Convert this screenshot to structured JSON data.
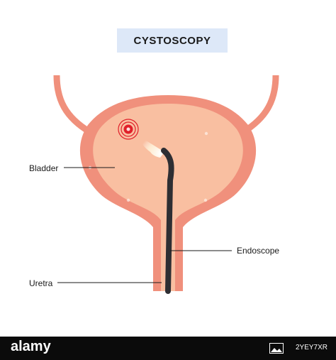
{
  "title": "CYSTOSCOPY",
  "labels": {
    "bladder": "Bladder",
    "endoscope": "Endoscope",
    "uretra": "Uretra"
  },
  "watermark": {
    "logo": "alamy",
    "image_id": "2YEY7XR"
  },
  "colors": {
    "bladder_wall": "#f0907c",
    "bladder_inner": "#f9bfa1",
    "endoscope": "#2e2e33",
    "lesion": "#e0202a",
    "title_bg": "#dde8f8",
    "leader_line": "#1a1a1a"
  }
}
